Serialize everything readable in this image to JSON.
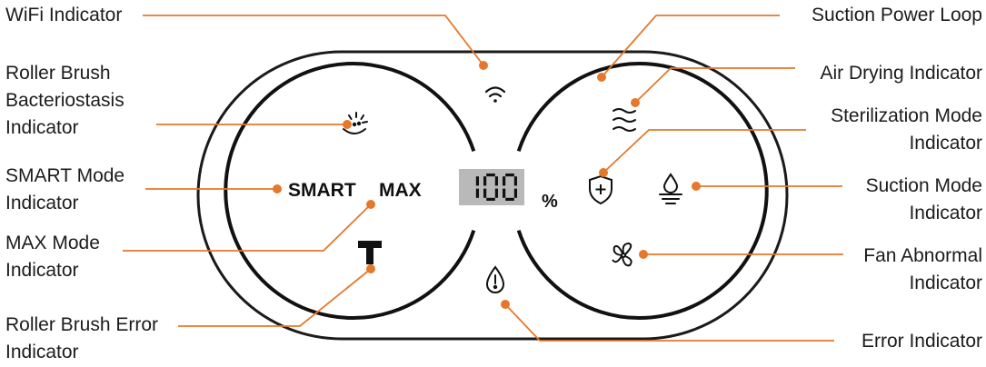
{
  "labels": {
    "wifi": [
      "WiFi Indicator"
    ],
    "roller_bacterio": [
      "Roller Brush",
      "Bacteriostasis",
      "Indicator"
    ],
    "smart": [
      "SMART Mode",
      "Indicator"
    ],
    "max": [
      "MAX Mode",
      "Indicator"
    ],
    "roller_error": [
      "Roller Brush Error",
      "Indicator"
    ],
    "suction_loop": [
      "Suction Power Loop"
    ],
    "air_drying": [
      "Air Drying Indicator"
    ],
    "sterilization": [
      "Sterilization Mode",
      "Indicator"
    ],
    "suction_mode": [
      "Suction Mode",
      "Indicator"
    ],
    "fan_abnormal": [
      "Fan Abnormal",
      "Indicator"
    ],
    "error": [
      "Error Indicator"
    ]
  },
  "panel": {
    "smart_text": "SMART",
    "max_text": "MAX",
    "display_value": "100",
    "percent": "%"
  },
  "colors": {
    "accent": "#e5782a",
    "ink": "#111111",
    "display_bg": "#b9b9b9"
  },
  "icons": [
    "wifi-icon",
    "roller-brush-bacteriostasis-icon",
    "roller-brush-icon",
    "error-drop-icon",
    "air-drying-icon",
    "shield-plus-icon",
    "suction-mode-icon",
    "fan-icon"
  ]
}
